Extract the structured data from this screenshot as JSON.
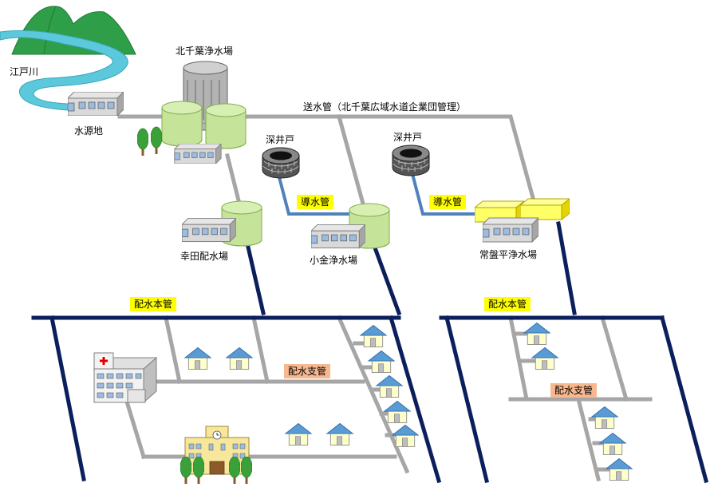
{
  "labels": {
    "river": "江戸川",
    "water_source": "水源地",
    "kita_chiba_plant": "北千葉浄水場",
    "transmission_pipe": "送水管（北千葉広域水道企業団管理）",
    "deep_well_1": "深井戸",
    "deep_well_2": "深井戸",
    "conduit_1": "導水管",
    "conduit_2": "導水管",
    "satta_station": "幸田配水場",
    "kogane_plant": "小金浄水場",
    "tokiwadaira_plant": "常盤平浄水場",
    "main_pipe_left": "配水本管",
    "main_pipe_right": "配水本管",
    "branch_pipe_left": "配水支管",
    "branch_pipe_right": "配水支管"
  },
  "colors": {
    "main_pipe": "#0b1f5c",
    "gray_pipe": "#a6a6a6",
    "conduit": "#4f81bd",
    "tank_green": "#c6e39a",
    "tank_yellow": "#ffff66",
    "river": "#5bc8dc",
    "mountain": "#2e9f48",
    "house_roof": "#5b9bd5",
    "house_wall": "#ffffcc",
    "tag_yellow": "#ffff00",
    "tag_orange": "#f8b88f"
  },
  "icons": {
    "hospital": "hospital-icon",
    "school": "school-icon",
    "house": "house-icon",
    "well": "well-icon",
    "tree": "tree-icon",
    "mountain": "mountain-icon"
  }
}
